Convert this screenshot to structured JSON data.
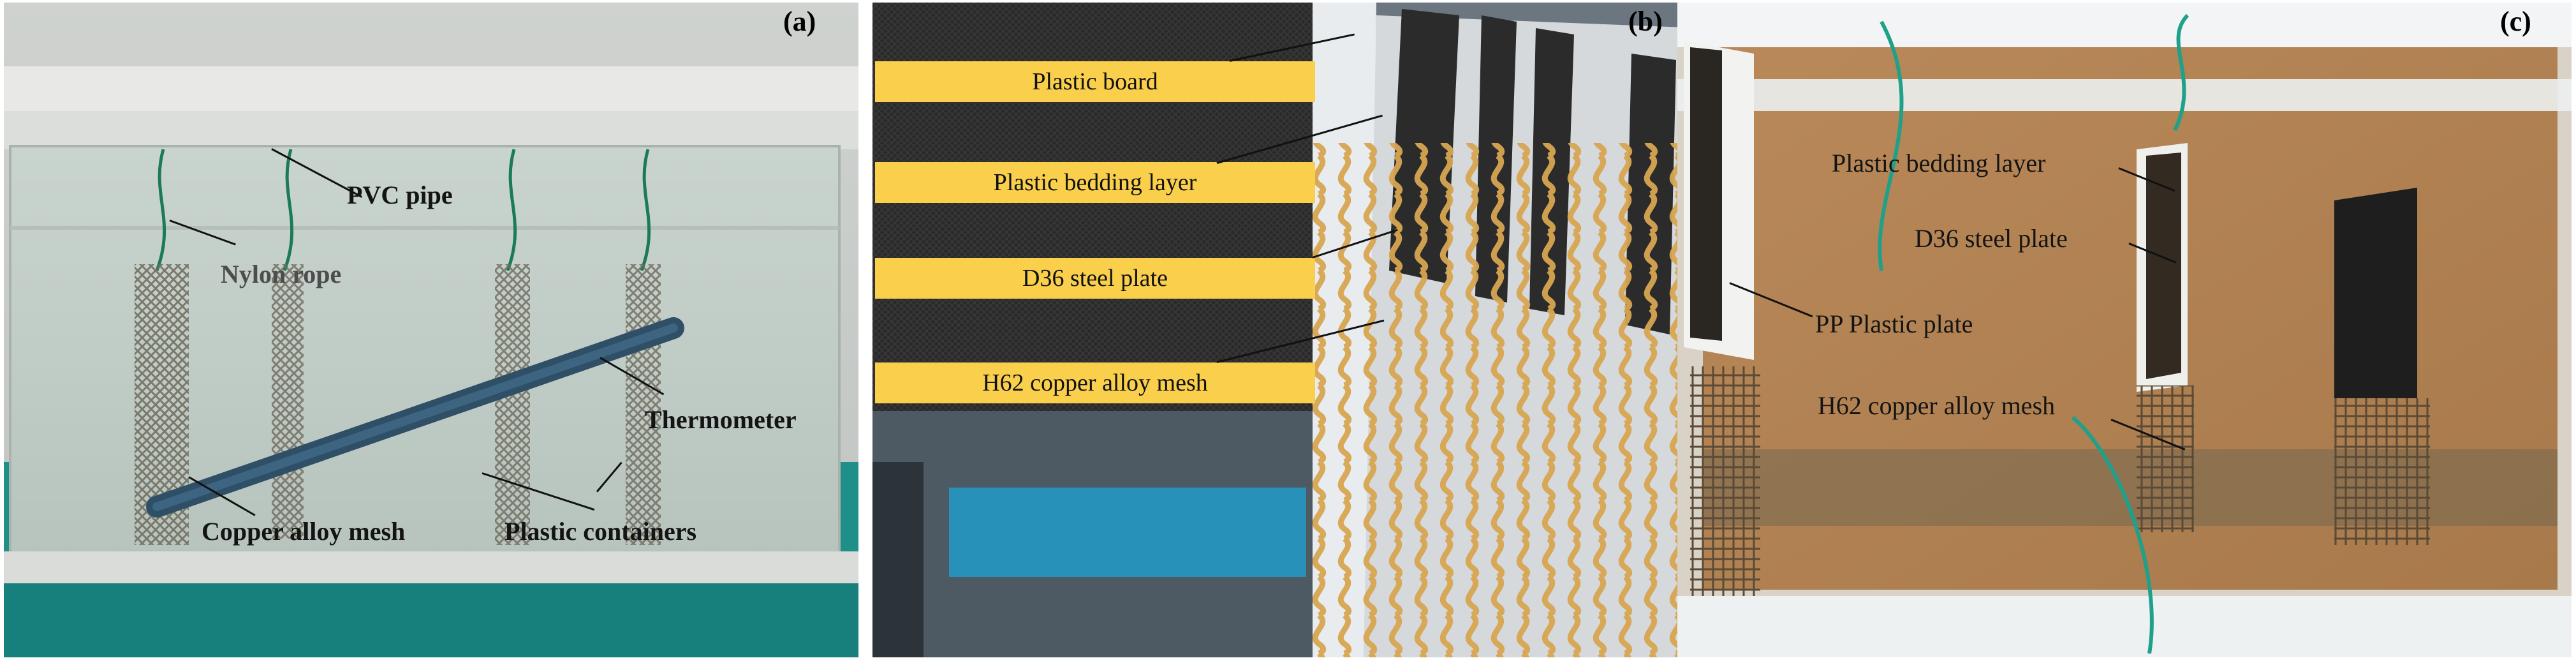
{
  "panels": {
    "a": {
      "tag": "(a)",
      "labels": {
        "pvc_pipe": "PVC pipe",
        "nylon_rope": "Nylon rope",
        "thermometer": "Thermometer",
        "copper_mesh": "Copper alloy mesh",
        "plastic_containers": "Plastic containers"
      }
    },
    "b": {
      "tag": "(b)",
      "labels": {
        "plastic_board": "Plastic board",
        "bedding_layer": "Plastic bedding layer",
        "steel_plate": "D36 steel plate",
        "copper_mesh": "H62 copper alloy mesh"
      },
      "label_box_color": "#f9cf4c"
    },
    "c": {
      "tag": "(c)",
      "labels": {
        "bedding_layer": "Plastic bedding layer",
        "steel_plate": "D36 steel plate",
        "pp_plate": "PP Plastic plate",
        "copper_mesh": "H62 copper alloy mesh"
      }
    }
  }
}
